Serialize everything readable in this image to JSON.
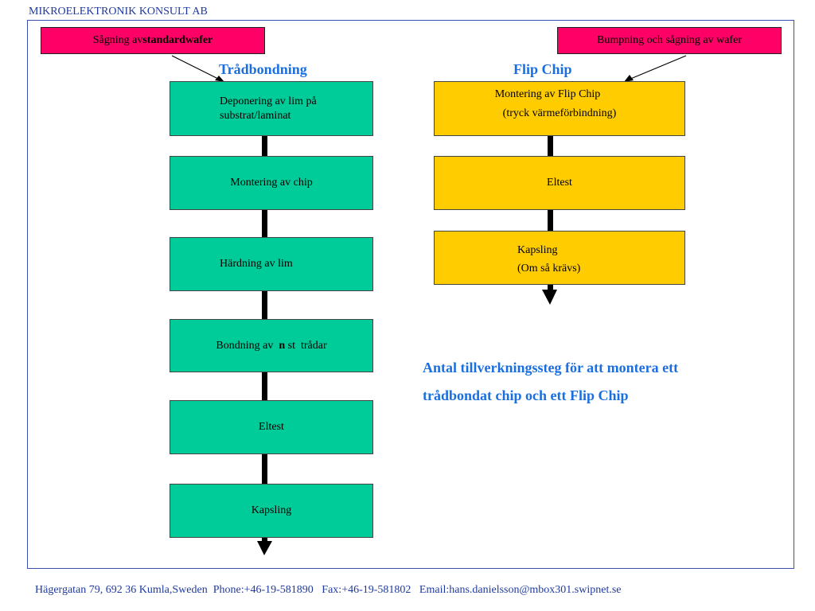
{
  "header": {
    "company": "MIKROELEKTRONIK KONSULT AB"
  },
  "left_column": {
    "source_label_prefix": "Sågning av ",
    "source_label_bold": "standardwafer",
    "title": "Trådbondning",
    "steps": {
      "s1": "Deponering av lim på",
      "s1b": "substrat/laminat",
      "s2": "Montering av chip",
      "s3": "Härdning av lim",
      "s4_prefix": "Bondning av  ",
      "s4_bold": "n",
      "s4_suffix": " st  trådar",
      "s5": "Eltest",
      "s6": "Kapsling"
    }
  },
  "right_column": {
    "source_label": "Bumpning och sågning av wafer",
    "title": "Flip Chip",
    "steps": {
      "s1": "Montering av Flip Chip",
      "s1b": "(tryck värmeförbindning)",
      "s2": "Eltest",
      "s3": "Kapsling",
      "s3b": "(Om så krävs)"
    }
  },
  "note": {
    "line1": "Antal tillverkningssteg för att montera ett",
    "line2": "trådbondat chip och ett Flip Chip"
  },
  "footer": {
    "text": "Hägergatan 79, 692 36 Kumla,Sweden  Phone:+46-19-581890   Fax:+46-19-581802   Email:hans.danielsson@mbox301.swipnet.se"
  },
  "colors": {
    "green": "#00cc99",
    "yellow": "#ffcc00",
    "pink": "#ff0066",
    "title_blue": "#1a6fe0",
    "header_blue": "#1f3a9e"
  }
}
